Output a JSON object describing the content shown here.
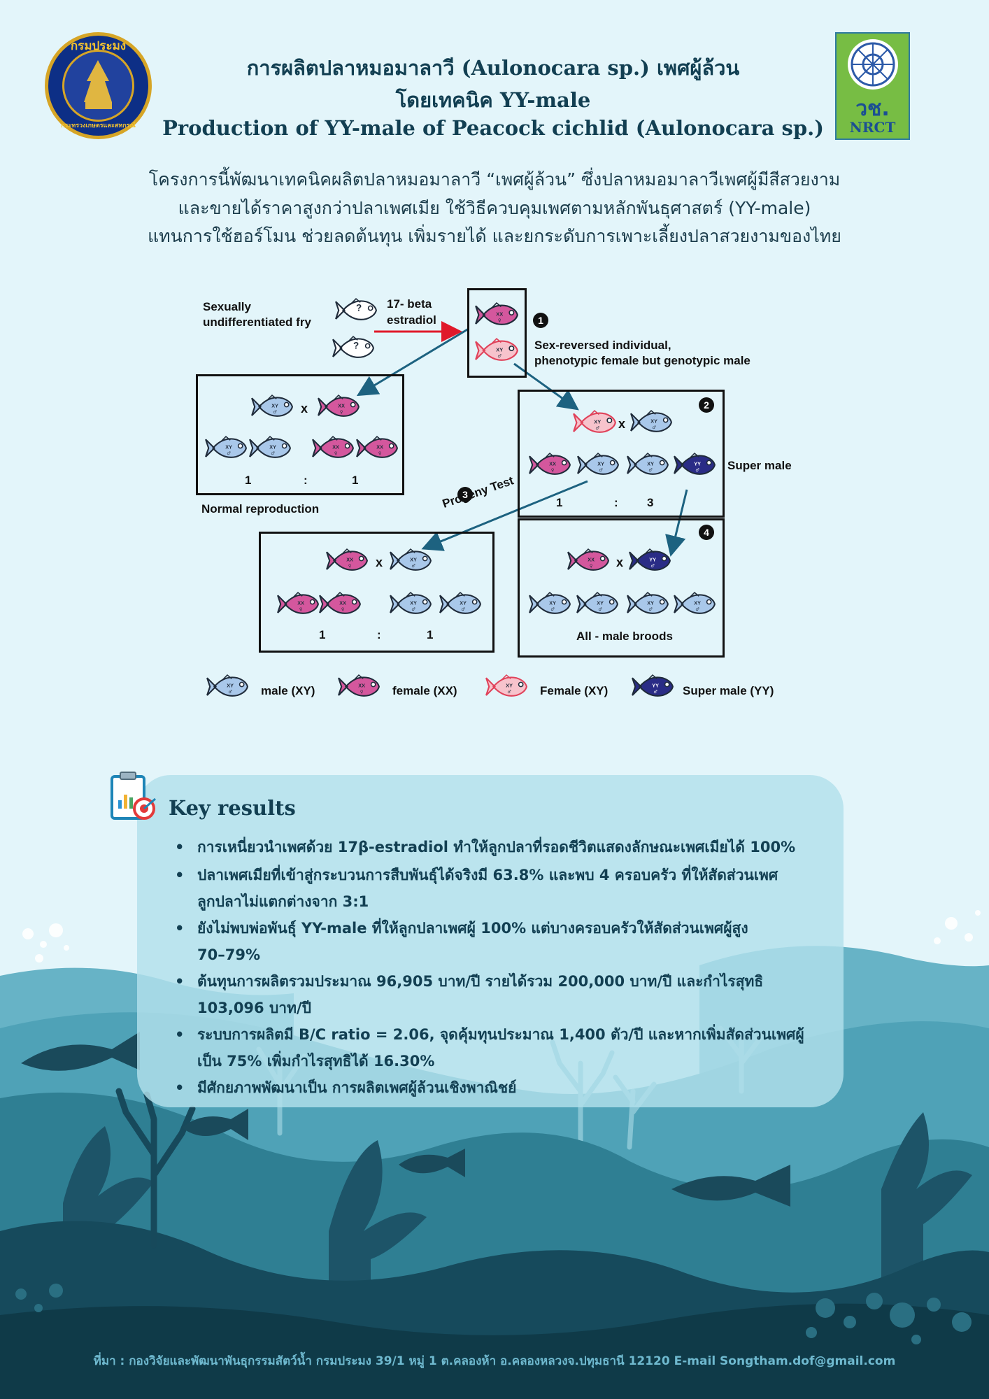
{
  "logos": {
    "left_logo_text_top": "กรมประมง",
    "left_logo_text_bottom": "กระทรวงเกษตรและสหกรณ์",
    "right_logo_text_top": "วช.",
    "right_logo_text_bottom": "NRCT"
  },
  "title": {
    "line1": "การผลิตปลาหมอมาลาวี (Aulonocara sp.) เพศผู้ล้วน",
    "line2": "โดยเทคนิค YY-male",
    "line3": "Production of YY-male of Peacock cichlid (Aulonocara sp.)"
  },
  "intro": {
    "line1": "โครงการนี้พัฒนาเทคนิคผลิตปลาหมอมาลาวี “เพศผู้ล้วน” ซึ่งปลาหมอมาลาวีเพศผู้มีสีสวยงาม",
    "line2": "และขายได้ราคาสูงกว่าปลาเพศเมีย ใช้วิธีควบคุมเพศตามหลักพันธุศาสตร์ (YY-male)",
    "line3": "แทนการใช้ฮอร์โมน ช่วยลดต้นทุน เพิ่มรายได้ และยกระดับการเพาะเลี้ยงปลาสวยงามของไทย"
  },
  "diagram": {
    "fry_label_1": "Sexually",
    "fry_label_2": "undifferentiated fry",
    "hormone_1": "17- beta",
    "hormone_2": "estradiol",
    "sexrev_1": "Sex-reversed individual,",
    "sexrev_2": "phenotypic female but genotypic male",
    "normal_label": "Normal reproduction",
    "progeny_label": "Progeny Test",
    "super_male_label": "Super male",
    "all_male_label": "All - male broods",
    "cross": "x",
    "colon": ":",
    "ratio_normal": [
      "1",
      "1"
    ],
    "ratio_step2": [
      "1",
      "3"
    ],
    "ratio_step3": [
      "1",
      "1"
    ],
    "steps": [
      "1",
      "2",
      "3",
      "4"
    ],
    "question_mark": "?",
    "chrom_xy": "XY",
    "chrom_xx": "XX",
    "chrom_yy": "YY",
    "male_symbol": "♂",
    "female_symbol": "♀"
  },
  "legend": {
    "male": "male (XY)",
    "female": "female (XX)",
    "female_xy": "Female (XY)",
    "super_male": "Super male (YY)"
  },
  "colors": {
    "male_fill": "#a9c8ea",
    "female_fill": "#d4579d",
    "female_xy_fill": "#f7c3cc",
    "female_xy_stroke": "#e0425a",
    "super_male_fill": "#2a2c86",
    "arrow": "#1d6280",
    "hormone_arrow": "#e0192a"
  },
  "results": {
    "title": "Key results",
    "bullet_char": "•",
    "items": [
      [
        "การเหนี่ยวนำเพศด้วย 17β-estradiol ทำให้ลูกปลาที่รอดชีวิตแสดงลักษณะเพศเมียได้ 100%"
      ],
      [
        "ปลาเพศเมียที่เข้าสู่กระบวนการสืบพันธุ์ได้จริงมี 63.8% และพบ 4 ครอบครัว ที่ให้สัดส่วนเพศ",
        "ลูกปลาไม่แตกต่างจาก 3:1"
      ],
      [
        "ยังไม่พบพ่อพันธุ์ YY-male ที่ให้ลูกปลาเพศผู้ 100% แต่บางครอบครัวให้สัดส่วนเพศผู้สูง",
        "70–79%"
      ],
      [
        "ต้นทุนการผลิตรวมประมาณ 96,905 บาท/ปี รายได้รวม 200,000 บาท/ปี และกำไรสุทธิ",
        "103,096 บาท/ปี"
      ],
      [
        "ระบบการผลิตมี B/C ratio = 2.06, จุดคุ้มทุนประมาณ 1,400 ตัว/ปี และหากเพิ่มสัดส่วนเพศผู้",
        "เป็น 75% เพิ่มกำไรสุทธิได้ 16.30%"
      ],
      [
        "มีศักยภาพพัฒนาเป็น การผลิตเพศผู้ล้วนเชิงพาณิชย์"
      ]
    ]
  },
  "footer": "ที่มา : กองวิจัยและพัฒนาพันธุกรรมสัตว์น้ำ กรมประมง 39/1 หมู่ 1 ต.คลองห้า อ.คลองหลวงจ.ปทุมธานี 12120    E-mail Songtham.dof@gmail.com"
}
